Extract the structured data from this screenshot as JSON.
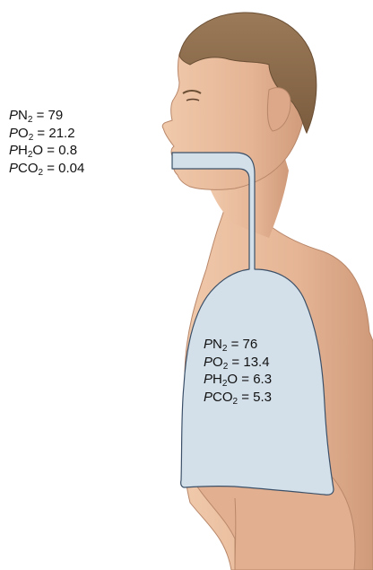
{
  "inspired_air": [
    {
      "p": "P",
      "gas": "N",
      "sub": "2",
      "rest": "",
      "value": "= 79"
    },
    {
      "p": "P",
      "gas": "O",
      "sub": "2",
      "rest": "",
      "value": "= 21.2"
    },
    {
      "p": "P",
      "gas": "H",
      "sub": "2",
      "rest": "O",
      "value": "= 0.8"
    },
    {
      "p": "P",
      "gas": "CO",
      "sub": "2",
      "rest": "",
      "value": "= 0.04"
    }
  ],
  "alveolar_air": [
    {
      "p": "P",
      "gas": "N",
      "sub": "2",
      "rest": "",
      "value": "= 76"
    },
    {
      "p": "P",
      "gas": "O",
      "sub": "2",
      "rest": "",
      "value": "= 13.4"
    },
    {
      "p": "P",
      "gas": "H",
      "sub": "2",
      "rest": "O",
      "value": "= 6.3"
    },
    {
      "p": "P",
      "gas": "CO",
      "sub": "2",
      "rest": "",
      "value": "= 5.3"
    }
  ],
  "colors": {
    "skin": "#e9bfa0",
    "skin_shadow": "#cf9878",
    "hair": "#8a6a4a",
    "airway_fill": "#d3e0ea",
    "airway_stroke": "#3b5068"
  }
}
